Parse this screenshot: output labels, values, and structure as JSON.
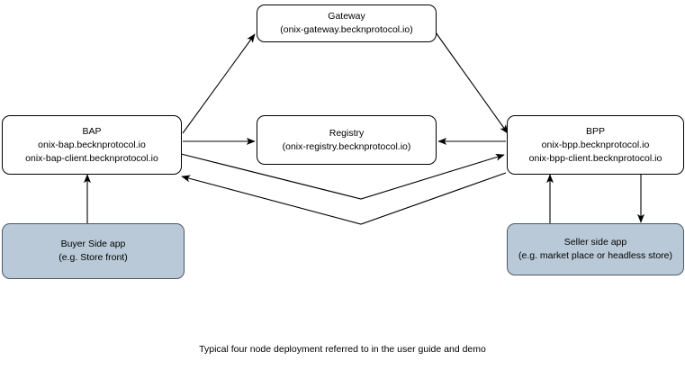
{
  "diagram": {
    "caption": "Typical four node deployment referred to in the user guide and demo",
    "palette": {
      "background": "#ffffff",
      "node_fill": "#ffffff",
      "node_stroke": "#000000",
      "shaded_fill": "#b9c9d7",
      "shaded_stroke": "#4a5a66",
      "edge_stroke": "#000000",
      "text": "#000000"
    },
    "nodes": [
      {
        "id": "gateway",
        "title": "Gateway",
        "subtitle": "(onix-gateway.becknprotocol.io)",
        "shaded": false
      },
      {
        "id": "bap",
        "title": "BAP",
        "subtitle": "onix-bap.becknprotocol.io",
        "subtitle2": "onix-bap-client.becknprotocol.io",
        "shaded": false
      },
      {
        "id": "registry",
        "title": "Registry",
        "subtitle": "(onix-registry.becknprotocol.io)",
        "shaded": false
      },
      {
        "id": "bpp",
        "title": "BPP",
        "subtitle": "onix-bpp.becknprotocol.io",
        "subtitle2": "onix-bpp-client.becknprotocol.io",
        "shaded": false
      },
      {
        "id": "buyer-app",
        "title": "Buyer Side app",
        "subtitle": "(e.g. Store front)",
        "shaded": true
      },
      {
        "id": "seller-app",
        "title": "Seller side app",
        "subtitle": "(e.g. market place or headless store)",
        "shaded": true
      }
    ],
    "edges": [
      {
        "id": "bap-to-gateway",
        "from": "bap",
        "to": "gateway",
        "label": ""
      },
      {
        "id": "gateway-to-bpp",
        "from": "gateway",
        "to": "bpp",
        "label": ""
      },
      {
        "id": "bap-to-registry",
        "from": "bap",
        "to": "registry",
        "label": ""
      },
      {
        "id": "bpp-to-registry",
        "from": "bpp",
        "to": "registry",
        "label": ""
      },
      {
        "id": "bap-to-bpp",
        "from": "bap",
        "to": "bpp",
        "label": ""
      },
      {
        "id": "bpp-to-bap",
        "from": "bpp",
        "to": "bap",
        "label": ""
      },
      {
        "id": "buyer-app-to-bap",
        "from": "buyer-app",
        "to": "bap",
        "label": ""
      },
      {
        "id": "seller-app-to-bpp",
        "from": "seller-app",
        "to": "bpp",
        "label": ""
      },
      {
        "id": "bpp-to-seller-app",
        "from": "bpp",
        "to": "seller-app",
        "label": ""
      }
    ]
  }
}
